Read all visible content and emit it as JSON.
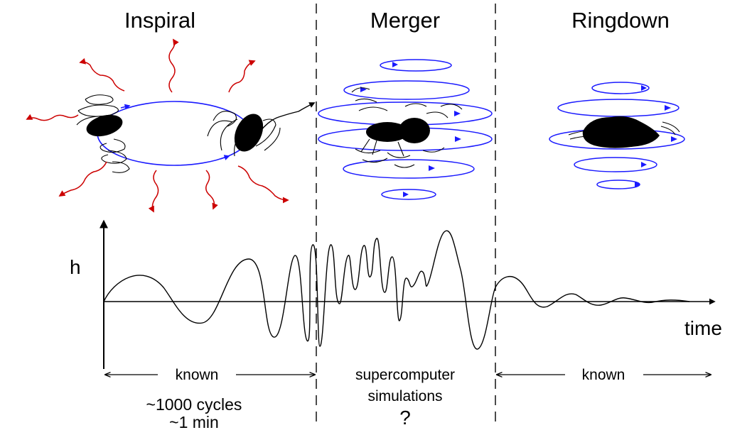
{
  "phases": {
    "inspiral": "Inspiral",
    "merger": "Merger",
    "ringdown": "Ringdown"
  },
  "axes": {
    "y_label": "h",
    "x_label": "time"
  },
  "spans": {
    "inspiral": "known",
    "merger_line1": "supercomputer",
    "merger_line2": "simulations",
    "ringdown": "known"
  },
  "notes": {
    "inspiral_line1": "~1000 cycles",
    "inspiral_line2": "~1 min",
    "merger_question": "?"
  },
  "colors": {
    "orbit": "#1a1aff",
    "radiation": "#cc0000",
    "ink": "#000000"
  }
}
